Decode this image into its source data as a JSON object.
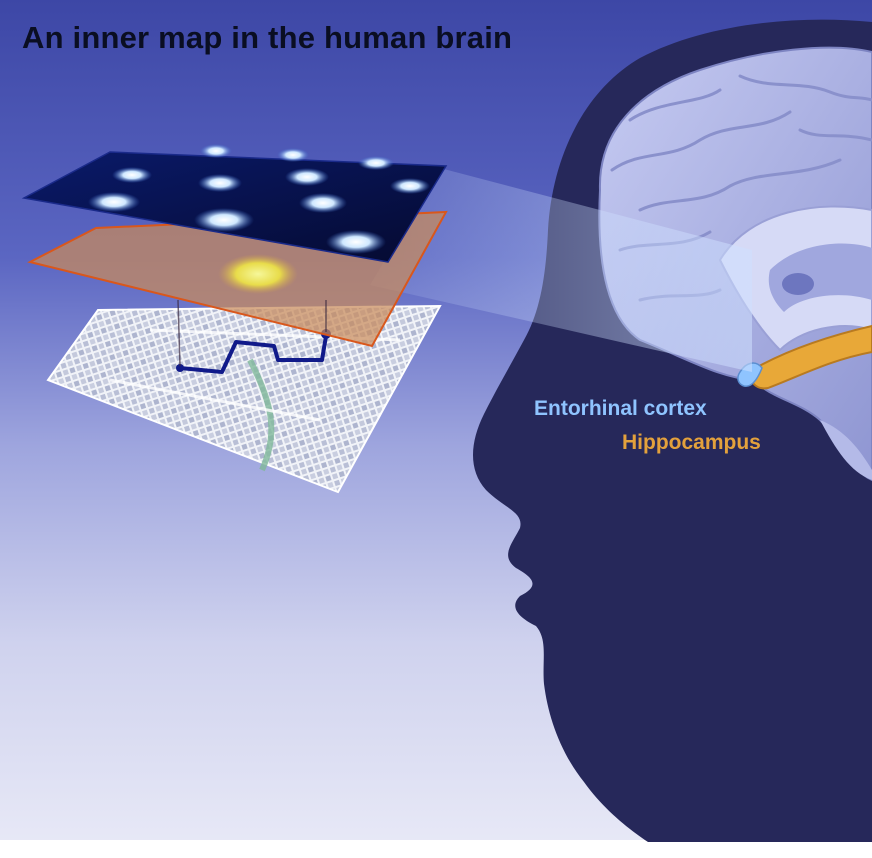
{
  "title": "An inner map in the human brain",
  "labels": {
    "entorhinal": {
      "text": "Entorhinal cortex",
      "color": "#8fc4ff"
    },
    "hippocampus": {
      "text": "Hippocampus",
      "color": "#e3a13c"
    }
  },
  "colors": {
    "background_top": "#3f4aa8",
    "background_bottom": "#e8e9f6",
    "silhouette": "#26285a",
    "brain": "#b4bae8",
    "grid_layer": "#08103f",
    "grid_spot": "#cfe8ff",
    "place_layer": "#c98a5a",
    "place_spot": "#eef06a",
    "route": "#101a8a",
    "hippocampus_fill": "#e8a838"
  },
  "layers": [
    {
      "name": "grid-cell-layer",
      "icon": "grid-cells-icon"
    },
    {
      "name": "place-cell-layer",
      "icon": "place-cell-icon"
    },
    {
      "name": "city-map",
      "icon": "street-map-icon"
    }
  ]
}
